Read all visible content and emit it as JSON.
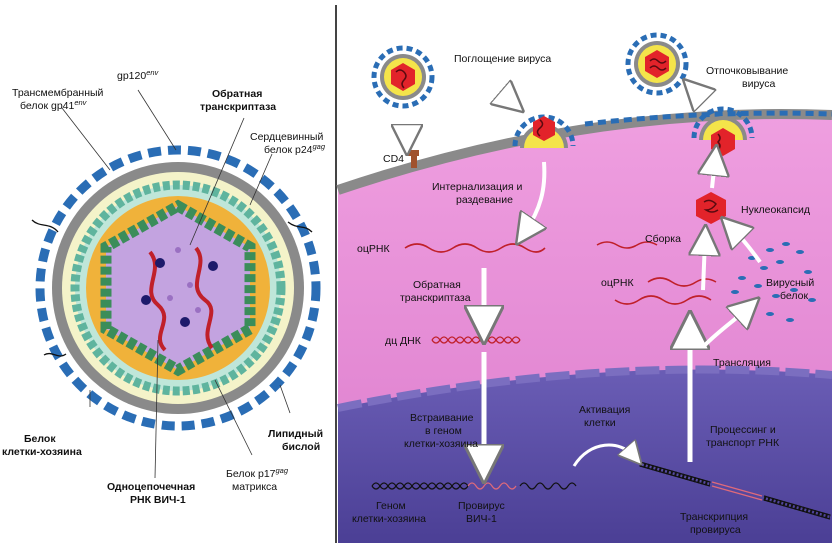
{
  "left_panel": {
    "labels": {
      "gp120": {
        "main": "gp120",
        "sup": "env"
      },
      "gp41": {
        "line1": "Трансмембранный",
        "line2": "белок gp41",
        "sup": "env"
      },
      "reverse_transcriptase": {
        "line1": "Обратная",
        "line2": "транскриптаза"
      },
      "p24": {
        "line1": "Сердцевинный",
        "line2": "белок p24",
        "sup": "gag"
      },
      "host_protein": {
        "line1": "Белок",
        "line2": "клетки-хозяина"
      },
      "lipid_bilayer": {
        "line1": "Липидный",
        "line2": "бислой"
      },
      "p17": {
        "line1": "Белок p17",
        "sup": "gag",
        "line2": "матрикса"
      },
      "ss_rna": {
        "line1": "Одноцепочечная",
        "line2": "РНК ВИЧ-1"
      }
    }
  },
  "right_panel": {
    "labels": {
      "uptake": "Поглощение вируса",
      "budding": {
        "line1": "Отпочковывание",
        "line2": "вируса"
      },
      "cd4": "CD4",
      "internalization": {
        "line1": "Интернализация и",
        "line2": "раздевание"
      },
      "nucleocapsid": "Нуклеокапсид",
      "assembly": "Сборка",
      "ssrna_left": "оцРНК",
      "ssrna_right": "оцРНК",
      "rt": {
        "line1": "Обратная",
        "line2": "транскриптаза"
      },
      "viral_protein": {
        "line1": "Вирусный",
        "line2": "белок"
      },
      "dsdna": "дц ДНК",
      "translation": "Трансляция",
      "integration": {
        "line1": "Встраивание",
        "line2": "в геном",
        "line3": "клетки-хозяина"
      },
      "activation": {
        "line1": "Активация",
        "line2": "клетки"
      },
      "processing": {
        "line1": "Процессинг и",
        "line2": "транспорт РНК"
      },
      "host_genome": {
        "line1": "Геном",
        "line2": "клетки-хозяина"
      },
      "provirus": {
        "line1": "Провирус",
        "line2": "ВИЧ-1"
      },
      "transcription": {
        "line1": "Транскрипция",
        "line2": "провируса"
      }
    }
  },
  "colors": {
    "cytoplasm": "#e98fd8",
    "nucleus": "#5b4ea6",
    "membrane": "#8a8a8a",
    "spike": "#2a6db5",
    "capsid": "#e2232a",
    "rna": "#c0202a",
    "core": "#f0b23a"
  }
}
